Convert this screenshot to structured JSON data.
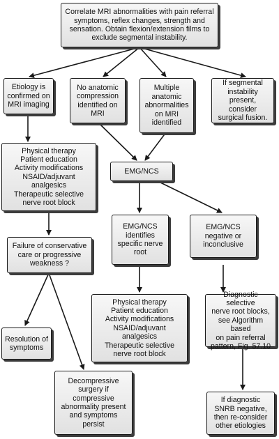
{
  "nodes": {
    "top": "Correlate MRI abnormalities with pain referral\nsymptoms, reflex changes, strength and\nsensation. Obtain flexion/extension films to\nexclude segmental instability.",
    "etiology": "Etiology is\nconfirmed on\nMRI imaging",
    "no_compression": "No anatomic\ncompression\nidentified on\nMRI",
    "multiple": "Multiple\nanatomic\nabnormalities\non MRI\nidentified",
    "segmental": "If segmental\ninstability\npresent, consider\nsurgical fusion.",
    "pt_left": "Physical therapy\nPatient education\nActivity modifications\nNSAID/adjuvant analgesics\nTherapeutic selective\nnerve root block",
    "emg": "EMG/NCS",
    "failure": "Failure of conservative\ncare or progressive\nweakness ?",
    "emg_specific": "EMG/NCS\nidentifies\nspecific nerve\nroot",
    "emg_negative": "EMG/NCS\nnegative or\ninconclusive",
    "pt_center": "Physical therapy\nPatient education\nActivity modifications\nNSAID/adjuvant analgesics\nTherapeutic selective\nnerve root block",
    "diagnostic": "Diagnostic selective\nnerve root blocks,\nsee Algorithm based\non pain referral\npattern, Fig. 57.10",
    "resolution": "Resolution of\nsymptoms",
    "decompressive": "Decompressive\nsurgery if\ncompressive\nabnormality present\nand symptoms\npersist",
    "snrb_negative": "If diagnostic\nSNRB negative,\nthen re-consider\nother etiologies"
  }
}
